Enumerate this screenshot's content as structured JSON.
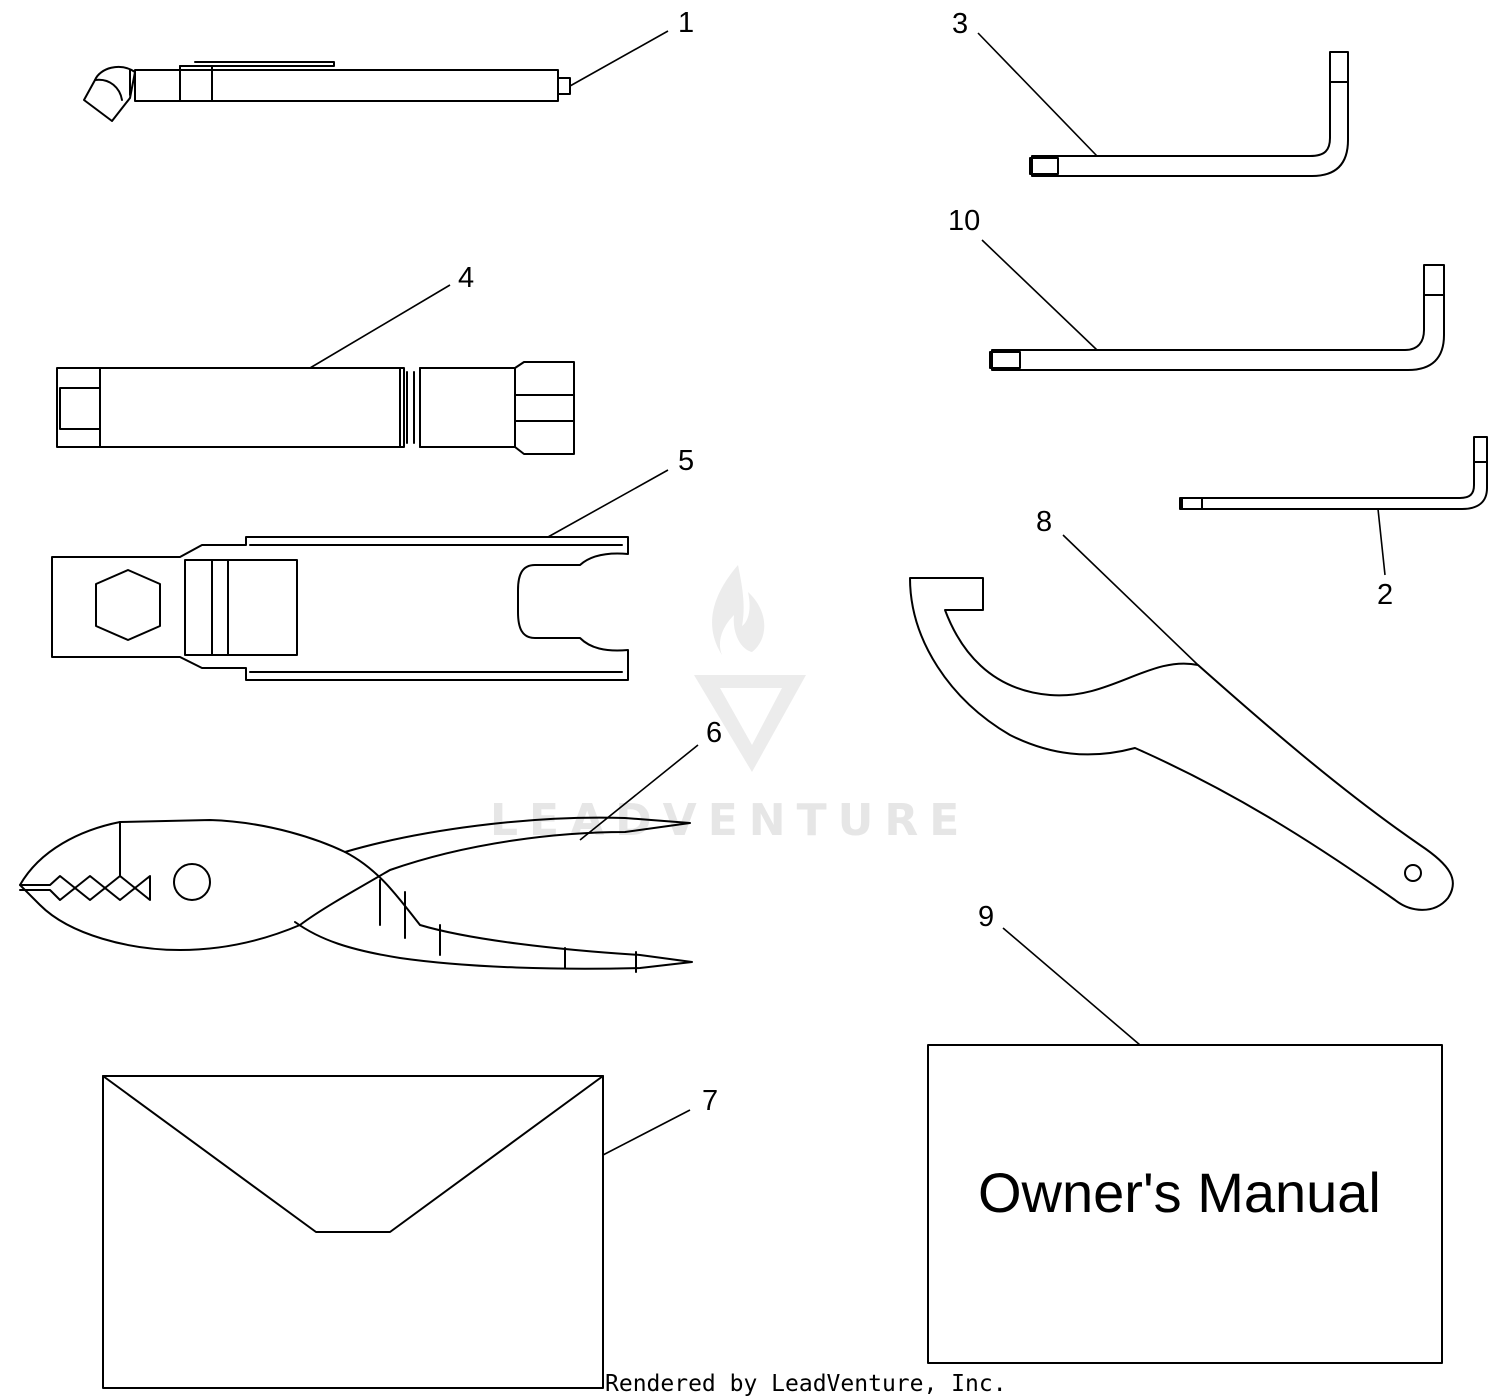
{
  "callouts": {
    "c1": "1",
    "c2": "2",
    "c3": "3",
    "c4": "4",
    "c5": "5",
    "c6": "6",
    "c7": "7",
    "c8": "8",
    "c9": "9",
    "c10": "10"
  },
  "manual": {
    "title": "Owner's Manual"
  },
  "watermark": {
    "text": "LEADVENTURE"
  },
  "footer": {
    "credit": "Rendered by LeadVenture, Inc."
  }
}
